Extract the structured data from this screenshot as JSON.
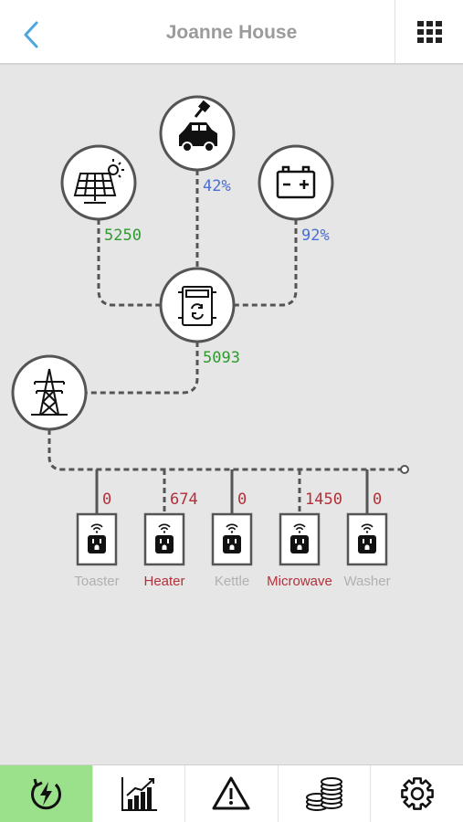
{
  "header": {
    "title": "Joanne House",
    "back_icon": "chevron-left-icon",
    "grid_icon": "grid-menu-icon"
  },
  "colors": {
    "green": "#2f9a2f",
    "blue": "#4a6fd6",
    "red": "#b3303a",
    "grey": "#b0b0b0",
    "active_tab": "#9be08a"
  },
  "nodes": {
    "solar": {
      "icon": "solar-panel-icon",
      "value": "5250"
    },
    "car": {
      "icon": "electric-car-icon",
      "value": "42%"
    },
    "battery": {
      "icon": "battery-icon",
      "value": "92%"
    },
    "inverter": {
      "icon": "inverter-icon",
      "value": "5093"
    },
    "grid": {
      "icon": "power-tower-icon"
    }
  },
  "devices": [
    {
      "name": "Toaster",
      "value": "0",
      "active": false
    },
    {
      "name": "Heater",
      "value": "674",
      "active": true
    },
    {
      "name": "Kettle",
      "value": "0",
      "active": false
    },
    {
      "name": "Microwave",
      "value": "1450",
      "active": true
    },
    {
      "name": "Washer",
      "value": "0",
      "active": false
    }
  ],
  "tabs": [
    {
      "icon": "power-flow-icon",
      "active": true
    },
    {
      "icon": "bar-chart-icon",
      "active": false
    },
    {
      "icon": "warning-icon",
      "active": false
    },
    {
      "icon": "coins-icon",
      "active": false
    },
    {
      "icon": "settings-gear-icon",
      "active": false
    }
  ]
}
